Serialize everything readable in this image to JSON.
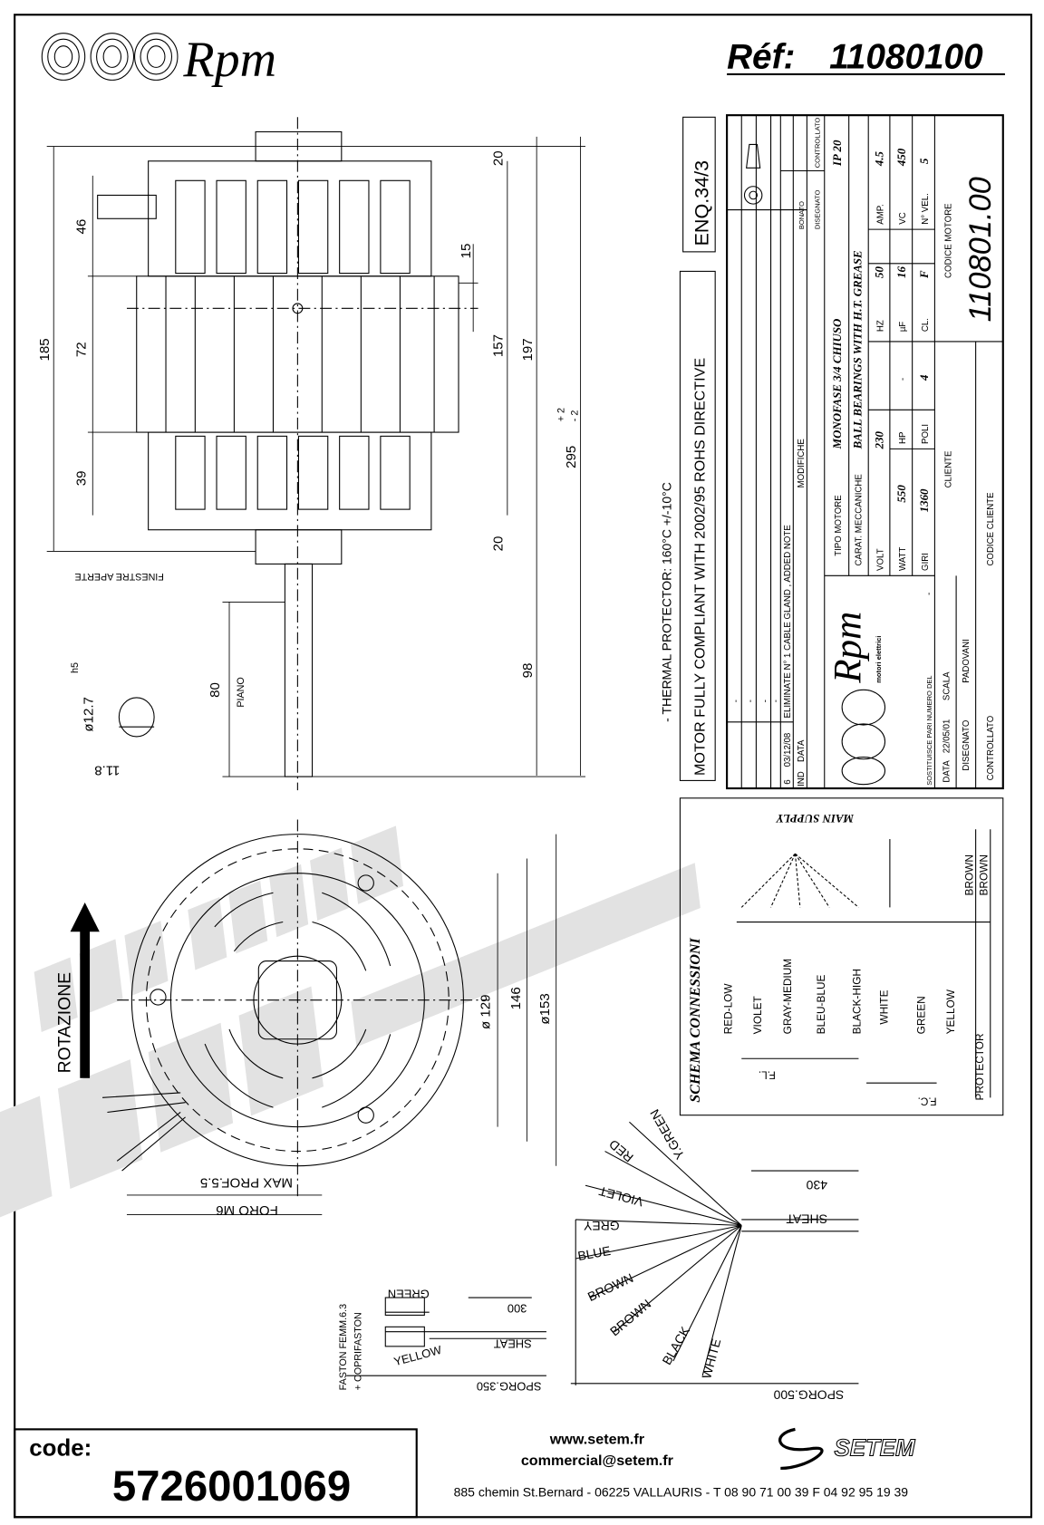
{
  "header": {
    "brand": "Rpm",
    "ref_label": "Réf:",
    "ref_value": "11080100"
  },
  "dimensions": {
    "d20a": "20",
    "d46": "46",
    "d15": "15",
    "d185": "185",
    "d72": "72",
    "d157": "157",
    "d197": "197",
    "d295": "295",
    "tol_plus": "+ 2",
    "tol_minus": "- 2",
    "d39": "39",
    "d20b": "20",
    "finestre": "FINESTRE APERTE",
    "shaft_dia": "ø12.7",
    "shaft_tol": "h5",
    "d11_8": "11.8",
    "d80": "80",
    "piano": "PIANO",
    "d98": "98",
    "rotazione": "ROTAZIONE",
    "d129": "ø 129",
    "d146": "146",
    "d153": "ø153",
    "max_prof": "MAX PROF.5.5",
    "foro": "FORO M6"
  },
  "notes": {
    "thermal": "- THERMAL PROTECTOR: 160°C +/-10°C",
    "rohs": "MOTOR FULLY COMPLIANT WITH 2002/95 ROHS DIRECTIVE",
    "enq": "ENQ.34/3"
  },
  "title_block": {
    "rev_rows": [
      "-",
      "-",
      "-",
      "-"
    ],
    "rev6_ind": "6",
    "rev6_date": "03/12/08",
    "rev6_text": "ELIMINATE N° 1 CABLE GLAND , ADDED NOTE",
    "ind": "IND",
    "data": "DATA",
    "modifiche": "MODIFICHE",
    "bonato": "BONATO",
    "disegnato_h": "DISEGNATO",
    "controllato_h": "CONTROLLATO",
    "logo_sub": "motori elettrici",
    "tipo_motore": "TIPO MOTORE",
    "tipo_val": "MONOFASE 3/4 CHIUSO",
    "ip": "IP 20",
    "carat": "CARAT. MECCANICHE",
    "carat_val": "BALL BEARINGS WITH H.T. GREASE",
    "volt": "VOLT",
    "volt_val": "230",
    "hz": "HZ",
    "hz_val": "50",
    "amp": "AMP.",
    "amp_val": "4.5",
    "watt": "WATT",
    "watt_val": "550",
    "hp": "HP",
    "hp_val": "-",
    "uf": "µF",
    "uf_val": "16",
    "vc": "VC",
    "vc_val": "450",
    "giri": "GIRI",
    "giri_val": "1360",
    "poli": "POLI",
    "poli_val": "4",
    "cl": "CL.",
    "cl_val": "F",
    "nvel": "N° VEL.",
    "nvel_val": "5",
    "sostituisce": "SOSTITUISCE PARI NUMERO DEL",
    "sost_val": "-",
    "data_l": "DATA",
    "data_v": "22/05/01",
    "scala": "SCALA",
    "disegnato": "DISEGNATO",
    "disegnato_v": "PADOVANI",
    "controllato": "CONTROLLATO",
    "cliente": "CLIENTE",
    "codice_cliente": "CODICE CLIENTE",
    "codice_motore": "CODICE MOTORE",
    "codice_motore_val": "110801.00"
  },
  "schema": {
    "title": "SCHEMA CONNESSIONI",
    "main_supply": "MAIN SUPPLY",
    "wires": [
      "RED-LOW",
      "VIOLET",
      "GRAY-MEDIUM",
      "BLEU-BLUE",
      "BLACK-HIGH",
      "WHITE",
      "GREEN",
      "YELLOW"
    ],
    "protector": "PROTECTOR",
    "brown1": "BROWN",
    "brown2": "BROWN",
    "fl": "F.L.",
    "fc": "F.C."
  },
  "cable": {
    "labels": [
      "Y.GREEN",
      "RED",
      "VIOLET",
      "GREY",
      "BLUE",
      "BROWN",
      "BROWN",
      "BLACK",
      "WHITE"
    ],
    "sheat": "SHEAT",
    "len": "430",
    "sporg": "SPORG.500"
  },
  "protector_cable": {
    "faston": "FASTON FEMM.6.3",
    "copri": "+ COPRIFASTON",
    "green": "GREEN",
    "yellow": "YELLOW",
    "len": "300",
    "sheat": "SHEAT",
    "sporg": "SPORG.350"
  },
  "watermark": {
    "url": "www.setem.fr",
    "brand": "SETEM",
    "email": "commercial@setem.fr"
  },
  "footer": {
    "code_label": "code:",
    "code_value": "5726001069",
    "web": "www.setem.fr",
    "email": "commercial@setem.fr",
    "address": "885 chemin St.Bernard  -  06225 VALLAURIS  -  T 08 90 71 00 39   F 04 92 95 19 39",
    "setem_logo": "SETEM"
  }
}
